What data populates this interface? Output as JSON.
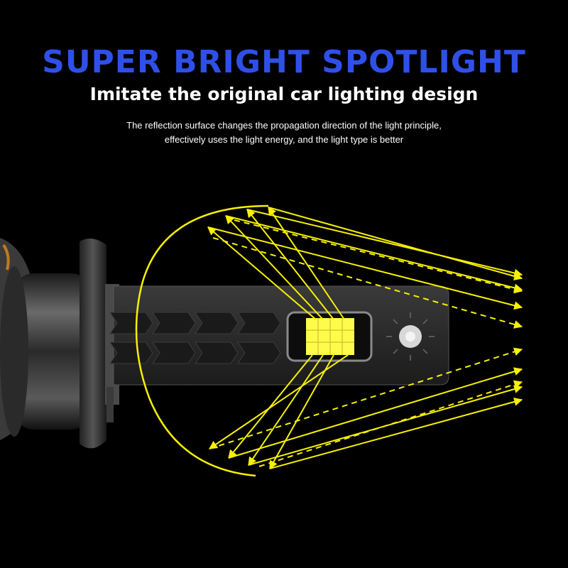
{
  "headline": "SUPER BRIGHT SPOTLIGHT",
  "subheadline": "Imitate the original car lighting design",
  "description": {
    "line1": "The reflection surface changes the propagation direction of the light principle,",
    "line2": "effectively uses the light energy, and the light type is better"
  },
  "colors": {
    "background": "#000000",
    "headline": "#2f50e8",
    "beam": "#f7f100",
    "led": "#fffb4a",
    "body": "#2c2c2c"
  },
  "diagram": {
    "subject": "H7 LED headlight bulb with reflector arc and light beam arrows"
  }
}
